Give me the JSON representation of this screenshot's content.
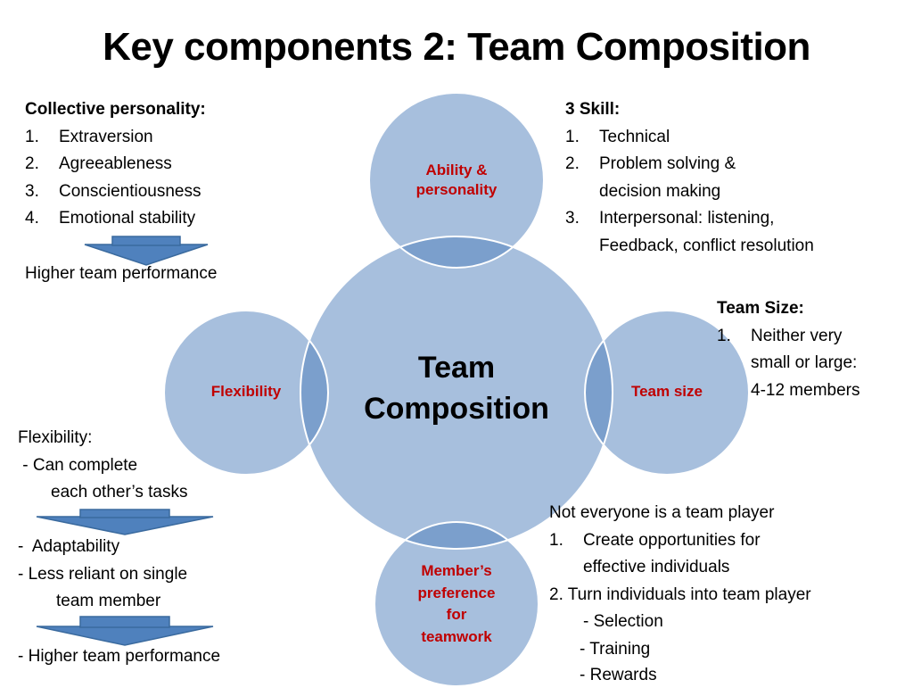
{
  "title": "Key components 2:  Team Composition",
  "diagram": {
    "center": [
      "Team",
      "Composition"
    ],
    "ability": [
      "Ability &",
      "personality"
    ],
    "flexibility": "Flexibility",
    "team_size": "Team size",
    "preference": [
      "Member’s",
      "preference",
      "for",
      "teamwork"
    ]
  },
  "personality_note": {
    "heading": "Collective  personality:",
    "items": [
      {
        "num": "1.",
        "text": "Extraversion"
      },
      {
        "num": "2.",
        "text": "Agreeableness"
      },
      {
        "num": "3.",
        "text": "Conscientiousness"
      },
      {
        "num": "4.",
        "text": "Emotional stability"
      }
    ],
    "result": "Higher team performance"
  },
  "skill_note": {
    "heading": "3 Skill:",
    "items": [
      {
        "num": "1.",
        "lines": [
          "Technical"
        ]
      },
      {
        "num": "2.",
        "lines": [
          "Problem solving &",
          "decision making"
        ]
      },
      {
        "num": "3.",
        "lines": [
          "Interpersonal: listening,",
          "Feedback, conflict resolution"
        ]
      }
    ]
  },
  "size_note": {
    "heading": "Team Size:",
    "num": "1.",
    "lines": [
      "Neither very",
      "small or large:",
      "4-12 members"
    ]
  },
  "flex_note": {
    "lines": [
      "Flexibility:",
      " - Can complete",
      "each other’s tasks"
    ],
    "lines2": [
      "-  Adaptability",
      "- Less reliant on single",
      "team member"
    ],
    "result": "- Higher team performance"
  },
  "player_note": {
    "line1": "Not everyone is a team player",
    "item1_num": "1.",
    "item1": [
      "Create opportunities for",
      "effective individuals"
    ],
    "item2": "2. Turn individuals into team player",
    "subitems": [
      "- Selection",
      "- Training",
      "- Rewards"
    ]
  },
  "colors": {
    "circle_fill": "#a7bfdd",
    "overlap_fill": "#7b9fcc",
    "circle_stroke": "#ffffff",
    "label_red": "#c00000",
    "arrow_fill": "#4f81bd",
    "arrow_stroke": "#3a6a9e"
  }
}
